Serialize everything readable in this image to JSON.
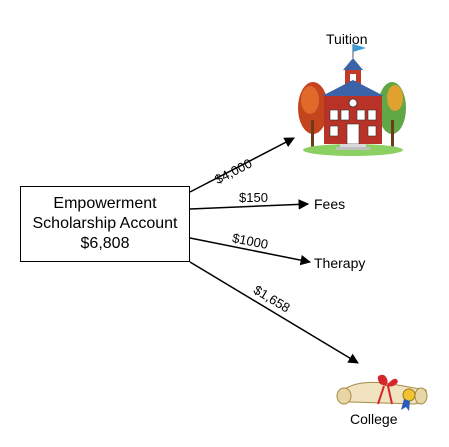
{
  "account": {
    "line1": "Empowerment",
    "line2": "Scholarship Account",
    "total": "$6,808"
  },
  "allocations": [
    {
      "amount": "$4,000",
      "destination": "Tuition",
      "icon": "schoolhouse-icon"
    },
    {
      "amount": "$150",
      "destination": "Fees",
      "icon": null
    },
    {
      "amount": "$1000",
      "destination": "Therapy",
      "icon": null
    },
    {
      "amount": "$1,658",
      "destination": "College",
      "icon": "diploma-icon"
    }
  ]
}
